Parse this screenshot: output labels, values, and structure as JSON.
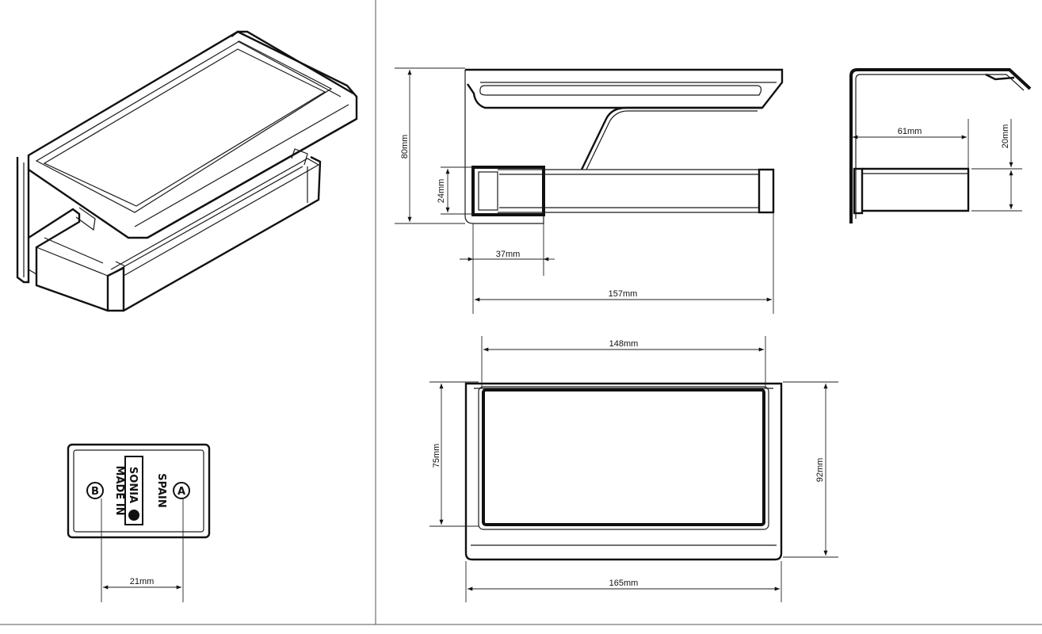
{
  "dimensions": {
    "front_height": "80mm",
    "bar_height": "24mm",
    "plate_offset": "37mm",
    "overall_length": "157mm",
    "side_depth": "61mm",
    "side_bar_height": "20mm",
    "top_inner_length": "148mm",
    "top_inner_depth": "75mm",
    "top_outer_depth": "92mm",
    "top_outer_length": "165mm",
    "hole_spacing": "21mm"
  },
  "plate": {
    "line1": "MADE IN",
    "brand": "SONIA",
    "line2": "SPAIN",
    "mark_left": "B",
    "mark_right": "A"
  }
}
